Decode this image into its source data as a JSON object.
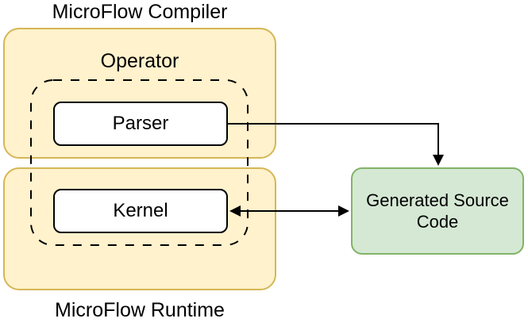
{
  "diagram": {
    "compiler_group": {
      "title": "MicroFlow Compiler"
    },
    "runtime_group": {
      "title": "MicroFlow Runtime"
    },
    "operator_group": {
      "label": "Operator"
    },
    "nodes": {
      "parser": {
        "label": "Parser"
      },
      "kernel": {
        "label": "Kernel"
      },
      "generated_source_code": {
        "label": "Generated Source Code"
      }
    },
    "edges": [
      {
        "from": "Parser",
        "to": "Generated Source Code",
        "direction": "one-way"
      },
      {
        "from": "Kernel",
        "to": "Generated Source Code",
        "direction": "two-way"
      }
    ],
    "colors": {
      "group_fill": "#FFF2CC",
      "group_border": "#D6B656",
      "generated_fill": "#D5E8D4",
      "generated_border": "#82B366",
      "node_fill": "#FFFFFF",
      "node_border": "#000000",
      "arrow": "#000000",
      "text": "#000000",
      "background": "#FFFFFF"
    }
  }
}
